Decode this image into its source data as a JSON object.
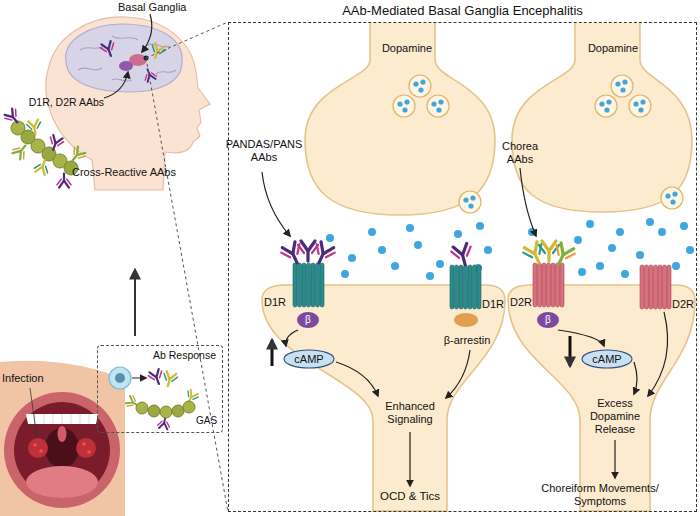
{
  "diagram": {
    "nodes": [
      {
        "text": [
          "AAb-Mediated Basal Ganglia Encephalitis"
        ]
      },
      {
        "text": [
          "cAMP"
        ],
        "in": 0
      },
      {
        "text": [
          "cAMP"
        ],
        "in": 0
      },
      {
        "text": [
          "Ab Response"
        ]
      }
    ],
    "labels": [
      "Basal Ganglia",
      "D1R, D2R AAbs",
      "Cross-Reactive AAbs",
      "Infection",
      "GAS",
      "PANDAS/PANS AAbs",
      "Dopamine",
      "Dopamine",
      "Chorea AAbs",
      "D1R",
      "D1R",
      "D2R",
      "D2R",
      "β",
      "β",
      "β-arrestin",
      "Enhanced Signaling",
      "OCD & Tics",
      "Excess Dopamine Release",
      "Choreiform Movements/ Symptoms"
    ]
  }
}
